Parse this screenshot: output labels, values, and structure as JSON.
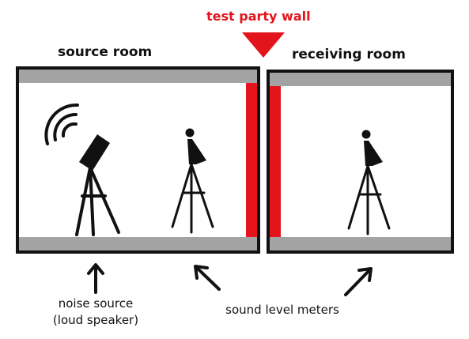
{
  "wall_label": "test party wall",
  "source_room": {
    "title": "source room"
  },
  "receiving_room": {
    "title": "receiving room"
  },
  "noise_source": {
    "line1": "noise source",
    "line2": "(loud speaker)"
  },
  "meters_label": "sound level meters",
  "colors": {
    "wall": "#e3141b",
    "floor": "#a3a3a3",
    "outline": "#111111"
  }
}
